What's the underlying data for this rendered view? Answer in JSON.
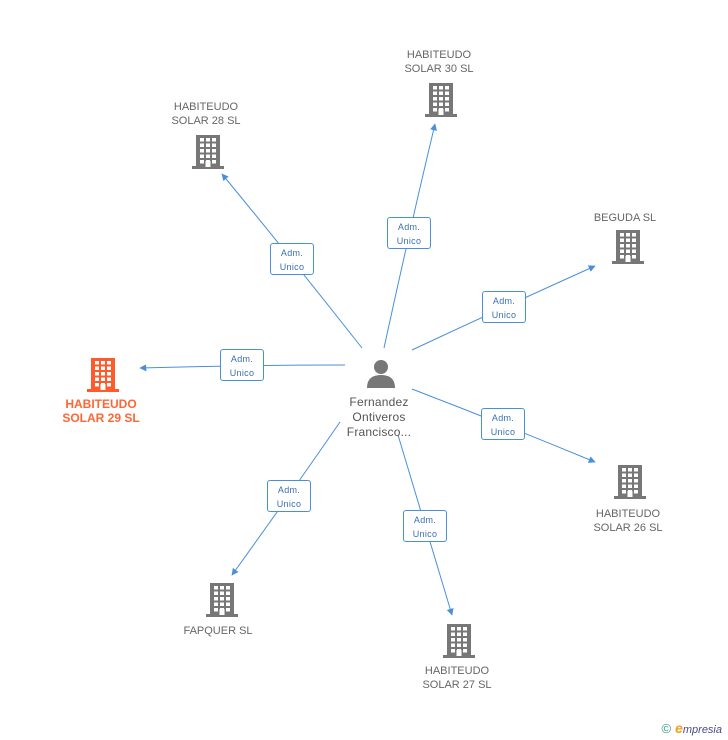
{
  "center": {
    "name_lines": [
      "Fernandez",
      "Ontiveros",
      "Francisco..."
    ],
    "icon": "person-icon"
  },
  "relation_label_lines": [
    "Adm.",
    "Unico"
  ],
  "companies": [
    {
      "id": "habiteudo-solar-30",
      "name_lines": [
        "HABITEUDO",
        "SOLAR 30 SL"
      ],
      "highlight": false,
      "icon": "building-icon"
    },
    {
      "id": "habiteudo-solar-28",
      "name_lines": [
        "HABITEUDO",
        "SOLAR 28 SL"
      ],
      "highlight": false,
      "icon": "building-icon"
    },
    {
      "id": "beguda",
      "name_lines": [
        "BEGUDA SL"
      ],
      "highlight": false,
      "icon": "building-icon"
    },
    {
      "id": "habiteudo-solar-29",
      "name_lines": [
        "HABITEUDO",
        "SOLAR 29 SL"
      ],
      "highlight": true,
      "icon": "building-icon"
    },
    {
      "id": "habiteudo-solar-26",
      "name_lines": [
        "HABITEUDO",
        "SOLAR 26 SL"
      ],
      "highlight": false,
      "icon": "building-icon"
    },
    {
      "id": "fapquer",
      "name_lines": [
        "FAPQUER SL"
      ],
      "highlight": false,
      "icon": "building-icon"
    },
    {
      "id": "habiteudo-solar-27",
      "name_lines": [
        "HABITEUDO",
        "SOLAR 27 SL"
      ],
      "highlight": false,
      "icon": "building-icon"
    }
  ],
  "relations": [
    {
      "from": "center",
      "to": "habiteudo-solar-30",
      "label": "Adm. Unico"
    },
    {
      "from": "center",
      "to": "habiteudo-solar-28",
      "label": "Adm. Unico"
    },
    {
      "from": "center",
      "to": "beguda",
      "label": "Adm. Unico"
    },
    {
      "from": "center",
      "to": "habiteudo-solar-29",
      "label": "Adm. Unico"
    },
    {
      "from": "center",
      "to": "habiteudo-solar-26",
      "label": "Adm. Unico"
    },
    {
      "from": "center",
      "to": "fapquer",
      "label": "Adm. Unico"
    },
    {
      "from": "center",
      "to": "habiteudo-solar-27",
      "label": "Adm. Unico"
    }
  ],
  "colors": {
    "edge": "#4a90d9",
    "building": "#777777",
    "building_highlight": "#ff5a2c",
    "person": "#777777"
  },
  "footer": {
    "copyright_symbol": "©",
    "brand_initial": "e",
    "brand_rest": "mpresia"
  }
}
